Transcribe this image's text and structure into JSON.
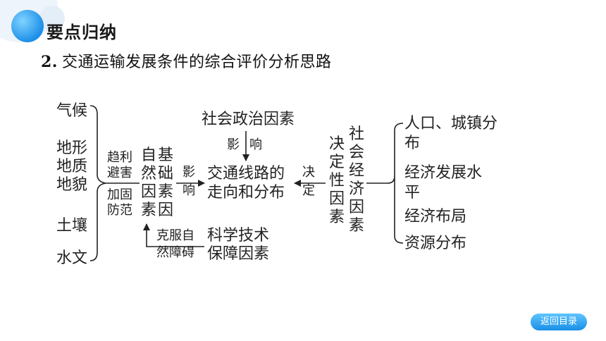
{
  "header": {
    "section_title": "要点归纳"
  },
  "subtitle": {
    "number": "2.",
    "text": "交通运输发展条件的综合评价分析思路"
  },
  "diagram": {
    "natural_factors": [
      "气候",
      "地形",
      "地质",
      "地貌",
      "土壤",
      "水文"
    ],
    "natural_role_top": [
      "趋利",
      "避害"
    ],
    "natural_role_bottom": [
      "加固",
      "防范"
    ],
    "natural_group": "自然基础因素",
    "influence_left": "影响",
    "center": [
      "交通线路的",
      "走向和分布"
    ],
    "political": "社会政治因素",
    "influence_top": "影响",
    "tech_role": [
      "克服自",
      "然障碍"
    ],
    "tech": [
      "科学技术",
      "保障因素"
    ],
    "decide": "决定",
    "decisive": "决定性因素",
    "social": "社会经济因素",
    "socio_items": [
      "人口、城镇分布",
      "经济发展水平",
      "经济布局",
      "资源分布"
    ]
  },
  "nav": {
    "back_label": "返回目录"
  }
}
